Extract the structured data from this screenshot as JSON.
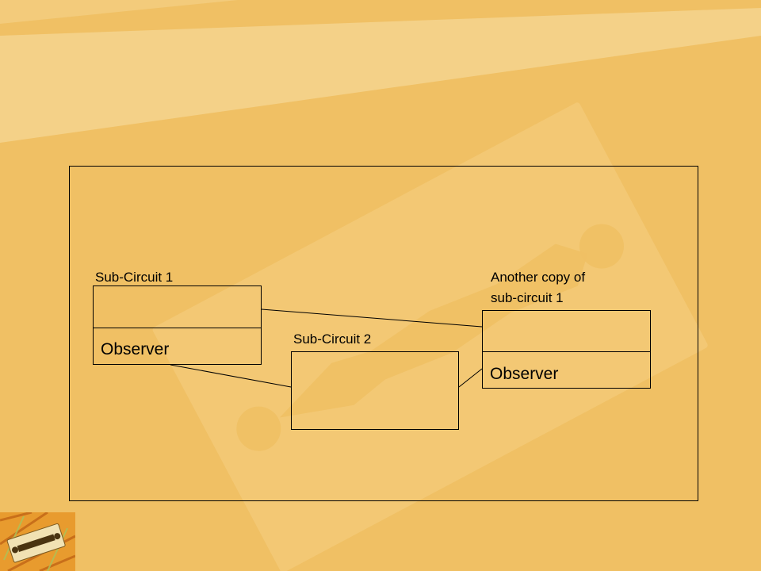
{
  "colors": {
    "background": "#f0c064",
    "light_band": "#f5d591",
    "blade": "#f3c977",
    "line": "#000000"
  },
  "diagram": {
    "sub1": {
      "title": "Sub-Circuit 1",
      "observer": "Observer"
    },
    "sub2": {
      "title": "Sub-Circuit 2"
    },
    "sub3": {
      "title_line1": "Another copy of",
      "title_line2": "sub-circuit 1",
      "observer": "Observer"
    }
  },
  "logo": {
    "icon": "razor-blade-icon"
  }
}
